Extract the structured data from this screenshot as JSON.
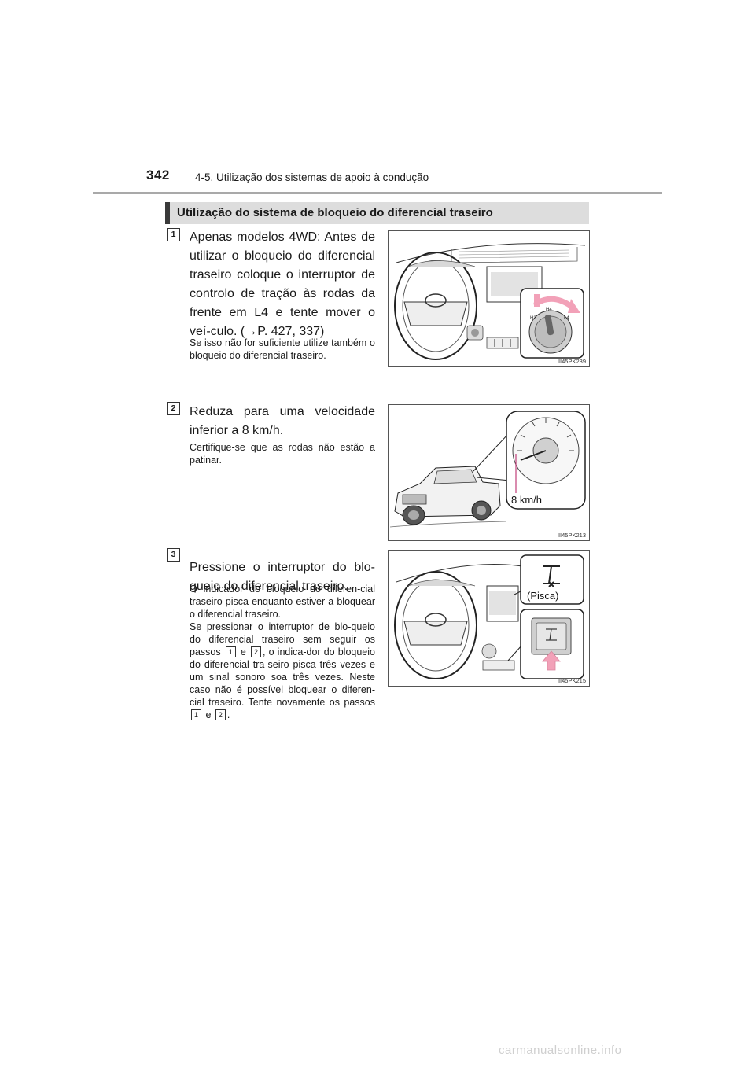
{
  "header": {
    "page_number": "342",
    "chapter": "4-5. Utilização dos sistemas de apoio à condução"
  },
  "section": {
    "title": "Utilização do sistema de bloqueio do diferencial traseiro"
  },
  "steps": [
    {
      "number": "1",
      "main_text": "Apenas modelos 4WD: Antes de utilizar o bloqueio do diferencial traseiro coloque o interruptor de controlo de tração às rodas da frente em L4 e tente mover o veí-culo. (→P. 427, 337)",
      "note": "Se isso não for suficiente utilize também o bloqueio do diferencial traseiro.",
      "figure_code": "II45PK239",
      "dial_labels": [
        "H2",
        "H4",
        "L4"
      ]
    },
    {
      "number": "2",
      "main_text": "Reduza para uma velocidade inferior a 8 km/h.",
      "note": "Certifique-se que as rodas não estão a patinar.",
      "figure_code": "II45PK213",
      "callout": "8 km/h"
    },
    {
      "number": "3",
      "main_text": "Pressione o interruptor do blo-queio do diferencial traseiro.",
      "note": "O indicador do bloqueio do diferen-cial traseiro pisca enquanto estiver a bloquear o diferencial traseiro.",
      "note2": {
        "part1": "Se pressionar o interruptor de blo-queio do diferencial traseiro sem seguir os passos",
        "ref_a": "1",
        "conj1": "e",
        "ref_b": "2",
        "part2": ", o indica-dor do bloqueio do diferencial tra-seiro pisca três vezes e um sinal sonoro soa três vezes. Neste caso não é possível bloquear o diferen-cial traseiro. Tente novamente os passos",
        "ref_c": "1",
        "conj2": "e",
        "ref_d": "2",
        "end": "."
      },
      "figure_code": "II45PK215",
      "callout": "(Pisca)"
    }
  ],
  "watermark": "carmanualsonline.info",
  "colors": {
    "header_bar": "#dddddd",
    "rule": "#a9a9a9",
    "highlight_pink": "#f2a1b8",
    "callout_magenta": "#c0407a"
  }
}
